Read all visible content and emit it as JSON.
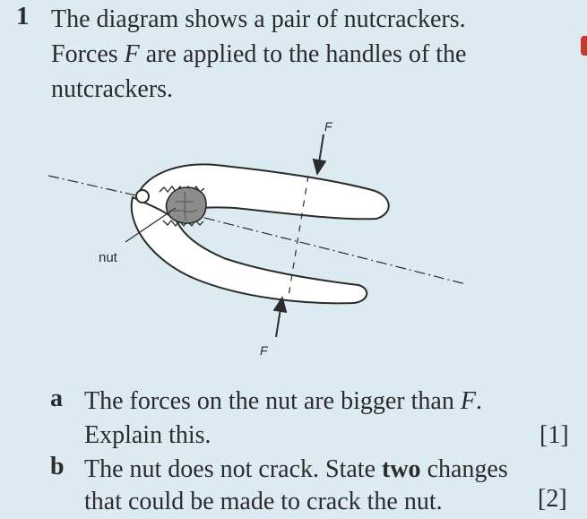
{
  "question": {
    "number": "1",
    "line1": "The diagram shows a pair of nutcrackers.",
    "line2_pre": "Forces ",
    "line2_var": "F",
    "line2_post": " are applied to the handles of the",
    "line3": "nutcrackers."
  },
  "diagram": {
    "force_label_top": "F",
    "force_label_bottom": "F",
    "nut_label": "nut"
  },
  "parts": [
    {
      "label": "a",
      "line1_pre": "The forces on the nut are bigger than ",
      "line1_var": "F",
      "line1_post": ".",
      "line2": "Explain this.",
      "marks": "[1]"
    },
    {
      "label": "b",
      "line1_pre": "The nut does not crack. State ",
      "line1_bold": "two",
      "line1_post": " changes",
      "line2": "that could be made to crack the nut.",
      "marks": "[2]"
    }
  ],
  "colors": {
    "background": "#dcebf2",
    "text": "#2b2b2b",
    "nut_fill": "#8c8c8c",
    "handle_fill": "#ffffff",
    "edge_mark": "#c43a2b"
  }
}
